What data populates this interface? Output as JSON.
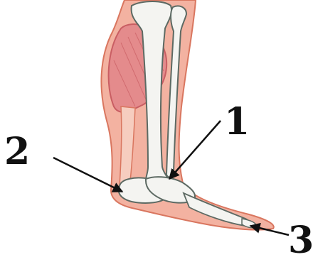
{
  "labels": [
    {
      "id": "1",
      "text": "1"
    },
    {
      "id": "2",
      "text": "2"
    },
    {
      "id": "3",
      "text": "3"
    }
  ],
  "colors": {
    "skin": "#f3b2a1",
    "skin_edge": "#d9765f",
    "muscle": "#e48b8c",
    "muscle_fiber": "#c95e63",
    "bone": "#f4f4f1",
    "bone_edge": "#5d6a63",
    "ink": "#111111"
  }
}
